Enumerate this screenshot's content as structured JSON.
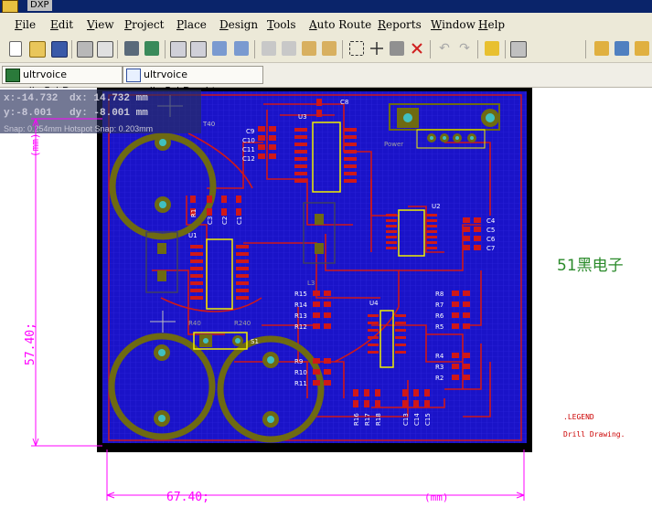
{
  "window": {
    "title": "DXP"
  },
  "menu": [
    "File",
    "Edit",
    "View",
    "Project",
    "Place",
    "Design",
    "Tools",
    "Auto Route",
    "Reports",
    "Window",
    "Help"
  ],
  "tabs": [
    {
      "label": "ultrvoice allp.PcbDoc"
    },
    {
      "label": "ultrvoice allp.PcbDoc.htm"
    }
  ],
  "readout": {
    "line1_left": "x:-14.732",
    "line1_right": "dx: 14.732 mm",
    "line2_left": "y:-8.001",
    "line2_right": "dy: -8.001  mm",
    "snap": "Snap: 0.254mm Hotspot Snap: 0.203mm"
  },
  "pcb_labels": {
    "T40": "T40",
    "C8": "C8",
    "U3": "U3",
    "C9": "C9",
    "C10": "C10",
    "C11": "C11",
    "C12": "C12",
    "power": "Power",
    "R1": "R1",
    "C3": "C3",
    "C2": "C2",
    "C1": "C1",
    "U1": "U1",
    "U2": "U2",
    "C4": "C4",
    "C5": "C5",
    "C6": "C6",
    "C7": "C7",
    "R15": "R15",
    "R14": "R14",
    "R13": "R13",
    "R12": "R12",
    "R40": "R40",
    "R240": "R240",
    "S1": "S1",
    "U4": "U4",
    "R8": "R8",
    "R7": "R7",
    "R6": "R6",
    "R5": "R5",
    "R9": "R9",
    "R10": "R10",
    "R11": "R11",
    "R4": "R4",
    "R3": "R3",
    "R2": "R2",
    "R16": "R16",
    "R17": "R17",
    "R18": "R18",
    "C13": "C13",
    "C14": "C14",
    "C15": "C15",
    "L": "L3"
  },
  "dimensions": {
    "horizontal_value": "67.40;",
    "horizontal_unit": "(mm)",
    "vertical_value": "57.40;",
    "vertical_unit": "(mm)"
  },
  "brand": "51黑电子",
  "legend": {
    "line1": ".LEGEND",
    "line2": "Drill Drawing."
  },
  "colors": {
    "board": "#1a13c8",
    "trace": "#d01818",
    "silkscreen": "#f0f000",
    "hole_ring": "#6e6a12",
    "dimension": "#ff00ff"
  }
}
